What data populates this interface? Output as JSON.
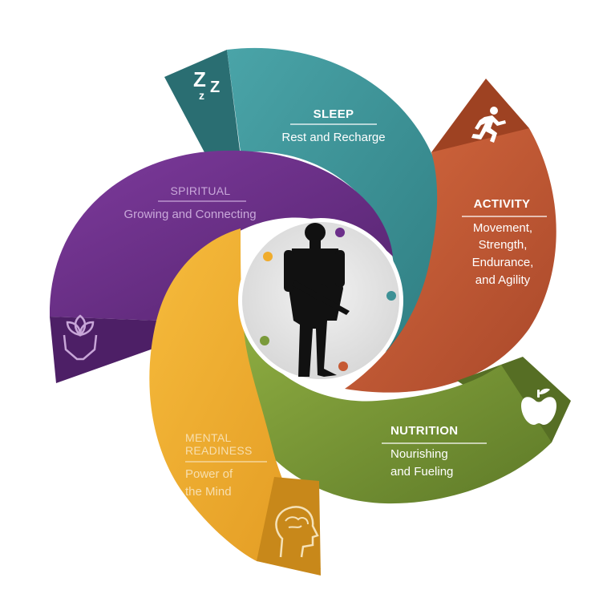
{
  "colors": {
    "sleep": "#3d9196",
    "sleep_dark": "#2a6e72",
    "activity": "#c65a34",
    "activity_dark": "#9e4222",
    "nutrition": "#7a9a3a",
    "nutrition_dark": "#566e24",
    "mental": "#f0ac2c",
    "mental_dark": "#c8881a",
    "spiritual": "#6c2f8a",
    "spiritual_dark": "#4d1f66",
    "soft_text": "#d8c8b4",
    "center": "#e6e6e6"
  },
  "sleep": {
    "title": "SLEEP",
    "subtitle": "Rest and Recharge",
    "icon": "zzz-icon",
    "icon_text": "Z",
    "icon_text_small": "z"
  },
  "activity": {
    "title": "ACTIVITY",
    "lines": [
      "Movement,",
      "Strength,",
      "Endurance,",
      "and Agility"
    ],
    "icon": "running-person-icon"
  },
  "nutrition": {
    "title": "NUTRITION",
    "lines": [
      "Nourishing",
      "and Fueling"
    ],
    "icon": "apple-icon"
  },
  "mental": {
    "title_lines": [
      "MENTAL",
      "READINESS"
    ],
    "lines": [
      "Power of",
      "the Mind"
    ],
    "icon": "brain-head-icon"
  },
  "spiritual": {
    "title": "SPIRITUAL",
    "subtitle": "Growing and Connecting",
    "icon": "hands-plant-icon"
  },
  "center": {
    "figure": "soldier-silhouette-icon",
    "dots": [
      "#6c2f8a",
      "#3d9196",
      "#c65a34",
      "#7a9a3a",
      "#f0ac2c"
    ]
  }
}
